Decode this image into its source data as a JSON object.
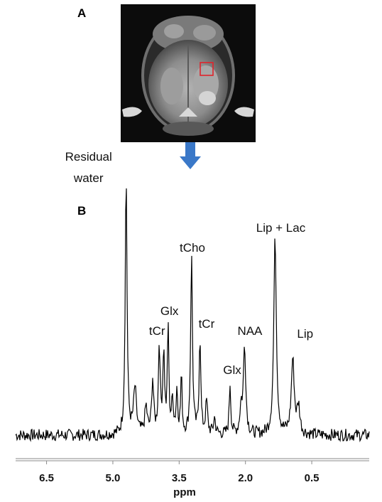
{
  "figure": {
    "panel_a_label": "A",
    "panel_b_label": "B"
  },
  "mri_image": {
    "roi_color": "#e0232b",
    "arrow_color": "#3a78c8",
    "arrow_icon": "down-arrow-icon"
  },
  "chart_data": {
    "type": "line",
    "title": "",
    "xlabel": "ppm",
    "ylabel": "",
    "x_reversed": true,
    "xlim": [
      7.2,
      -0.8
    ],
    "ylim": [
      -0.1,
      1.0
    ],
    "grid": false,
    "x_ticks": [
      "6.5",
      "5.0",
      "3.5",
      "2.0",
      "0.5"
    ],
    "x_tick_values": [
      6.5,
      5.0,
      3.5,
      2.0,
      0.5
    ],
    "series": [
      {
        "peaks": [
          {
            "ppm": 4.7,
            "height": 0.98,
            "width": 0.045
          },
          {
            "ppm": 4.5,
            "height": 0.17,
            "width": 0.07
          },
          {
            "ppm": 4.25,
            "height": 0.1,
            "width": 0.06
          },
          {
            "ppm": 4.1,
            "height": 0.2,
            "width": 0.05
          },
          {
            "ppm": 3.95,
            "height": 0.33,
            "width": 0.045
          },
          {
            "ppm": 3.85,
            "height": 0.3,
            "width": 0.045
          },
          {
            "ppm": 3.75,
            "height": 0.41,
            "width": 0.035
          },
          {
            "ppm": 3.65,
            "height": 0.12,
            "width": 0.05
          },
          {
            "ppm": 3.55,
            "height": 0.16,
            "width": 0.04
          },
          {
            "ppm": 3.45,
            "height": 0.22,
            "width": 0.035
          },
          {
            "ppm": 3.22,
            "height": 0.67,
            "width": 0.045
          },
          {
            "ppm": 3.03,
            "height": 0.37,
            "width": 0.04
          },
          {
            "ppm": 2.88,
            "height": 0.12,
            "width": 0.05
          },
          {
            "ppm": 2.7,
            "height": 0.06,
            "width": 0.05
          },
          {
            "ppm": 2.35,
            "height": 0.19,
            "width": 0.04
          },
          {
            "ppm": 2.1,
            "height": 0.09,
            "width": 0.06
          },
          {
            "ppm": 2.02,
            "height": 0.33,
            "width": 0.06
          },
          {
            "ppm": 1.33,
            "height": 0.74,
            "width": 0.065
          },
          {
            "ppm": 0.93,
            "height": 0.28,
            "width": 0.075
          },
          {
            "ppm": 0.8,
            "height": 0.1,
            "width": 0.07
          }
        ]
      }
    ],
    "annotations": [
      {
        "text": "Residual",
        "ppm": 5.55
      },
      {
        "text": "water",
        "ppm": 5.55
      },
      {
        "text": "tCr",
        "ppm": 4.0
      },
      {
        "text": "Glx",
        "ppm": 3.72
      },
      {
        "text": "tCho",
        "ppm": 3.2
      },
      {
        "text": "tCr",
        "ppm": 2.88
      },
      {
        "text": "Glx",
        "ppm": 2.3
      },
      {
        "text": "NAA",
        "ppm": 1.9
      },
      {
        "text": "Lip + Lac",
        "ppm": 1.2
      },
      {
        "text": "Lip",
        "ppm": 0.65
      }
    ]
  }
}
